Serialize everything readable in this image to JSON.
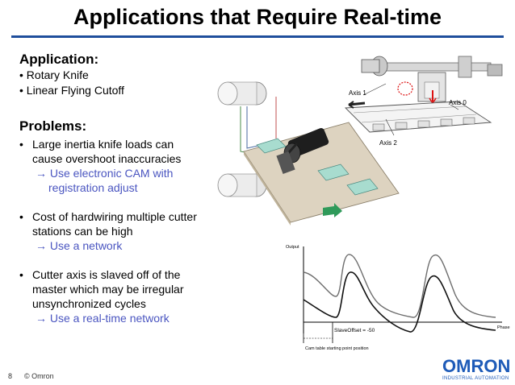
{
  "title": "Applications that Require Real-time",
  "application": {
    "heading": "Application:",
    "items": [
      "• Rotary Knife",
      "• Linear Flying Cutoff"
    ]
  },
  "problems": {
    "heading": "Problems:",
    "bullets": [
      {
        "marker": "•",
        "lines": [
          "Large inertia knife loads can",
          "cause overshoot inaccuracies"
        ],
        "solution_lines": [
          "→ Use electronic CAM with",
          "registration adjust"
        ]
      },
      {
        "marker": "•",
        "lines": [
          "Cost of hardwiring multiple cutter",
          "stations can be high"
        ],
        "solution_lines": [
          "→ Use a network"
        ]
      },
      {
        "marker": "•",
        "lines": [
          "Cutter axis is slaved off of the",
          "master which may be irregular",
          "unsynchronized cycles"
        ],
        "solution_lines": [
          "→ Use a real-time network"
        ]
      }
    ]
  },
  "diagram_top": {
    "axis1": "Axis 1",
    "axis0": "Axis 0",
    "axis2": "Axis 2"
  },
  "cam_chart": {
    "y_label": "Output",
    "x_label": "Phase",
    "offset_label": "SlaveOffset = -50",
    "start_label": "Cam table starting point position"
  },
  "footer": {
    "page": "8",
    "copyright": "© Omron",
    "logo": "OMRON",
    "logo_sub": "INDUSTRIAL AUTOMATION"
  },
  "colors": {
    "title_rule": "#1f4e9c",
    "solution_text": "#4a55c0",
    "logo": "#1e5bb8"
  }
}
